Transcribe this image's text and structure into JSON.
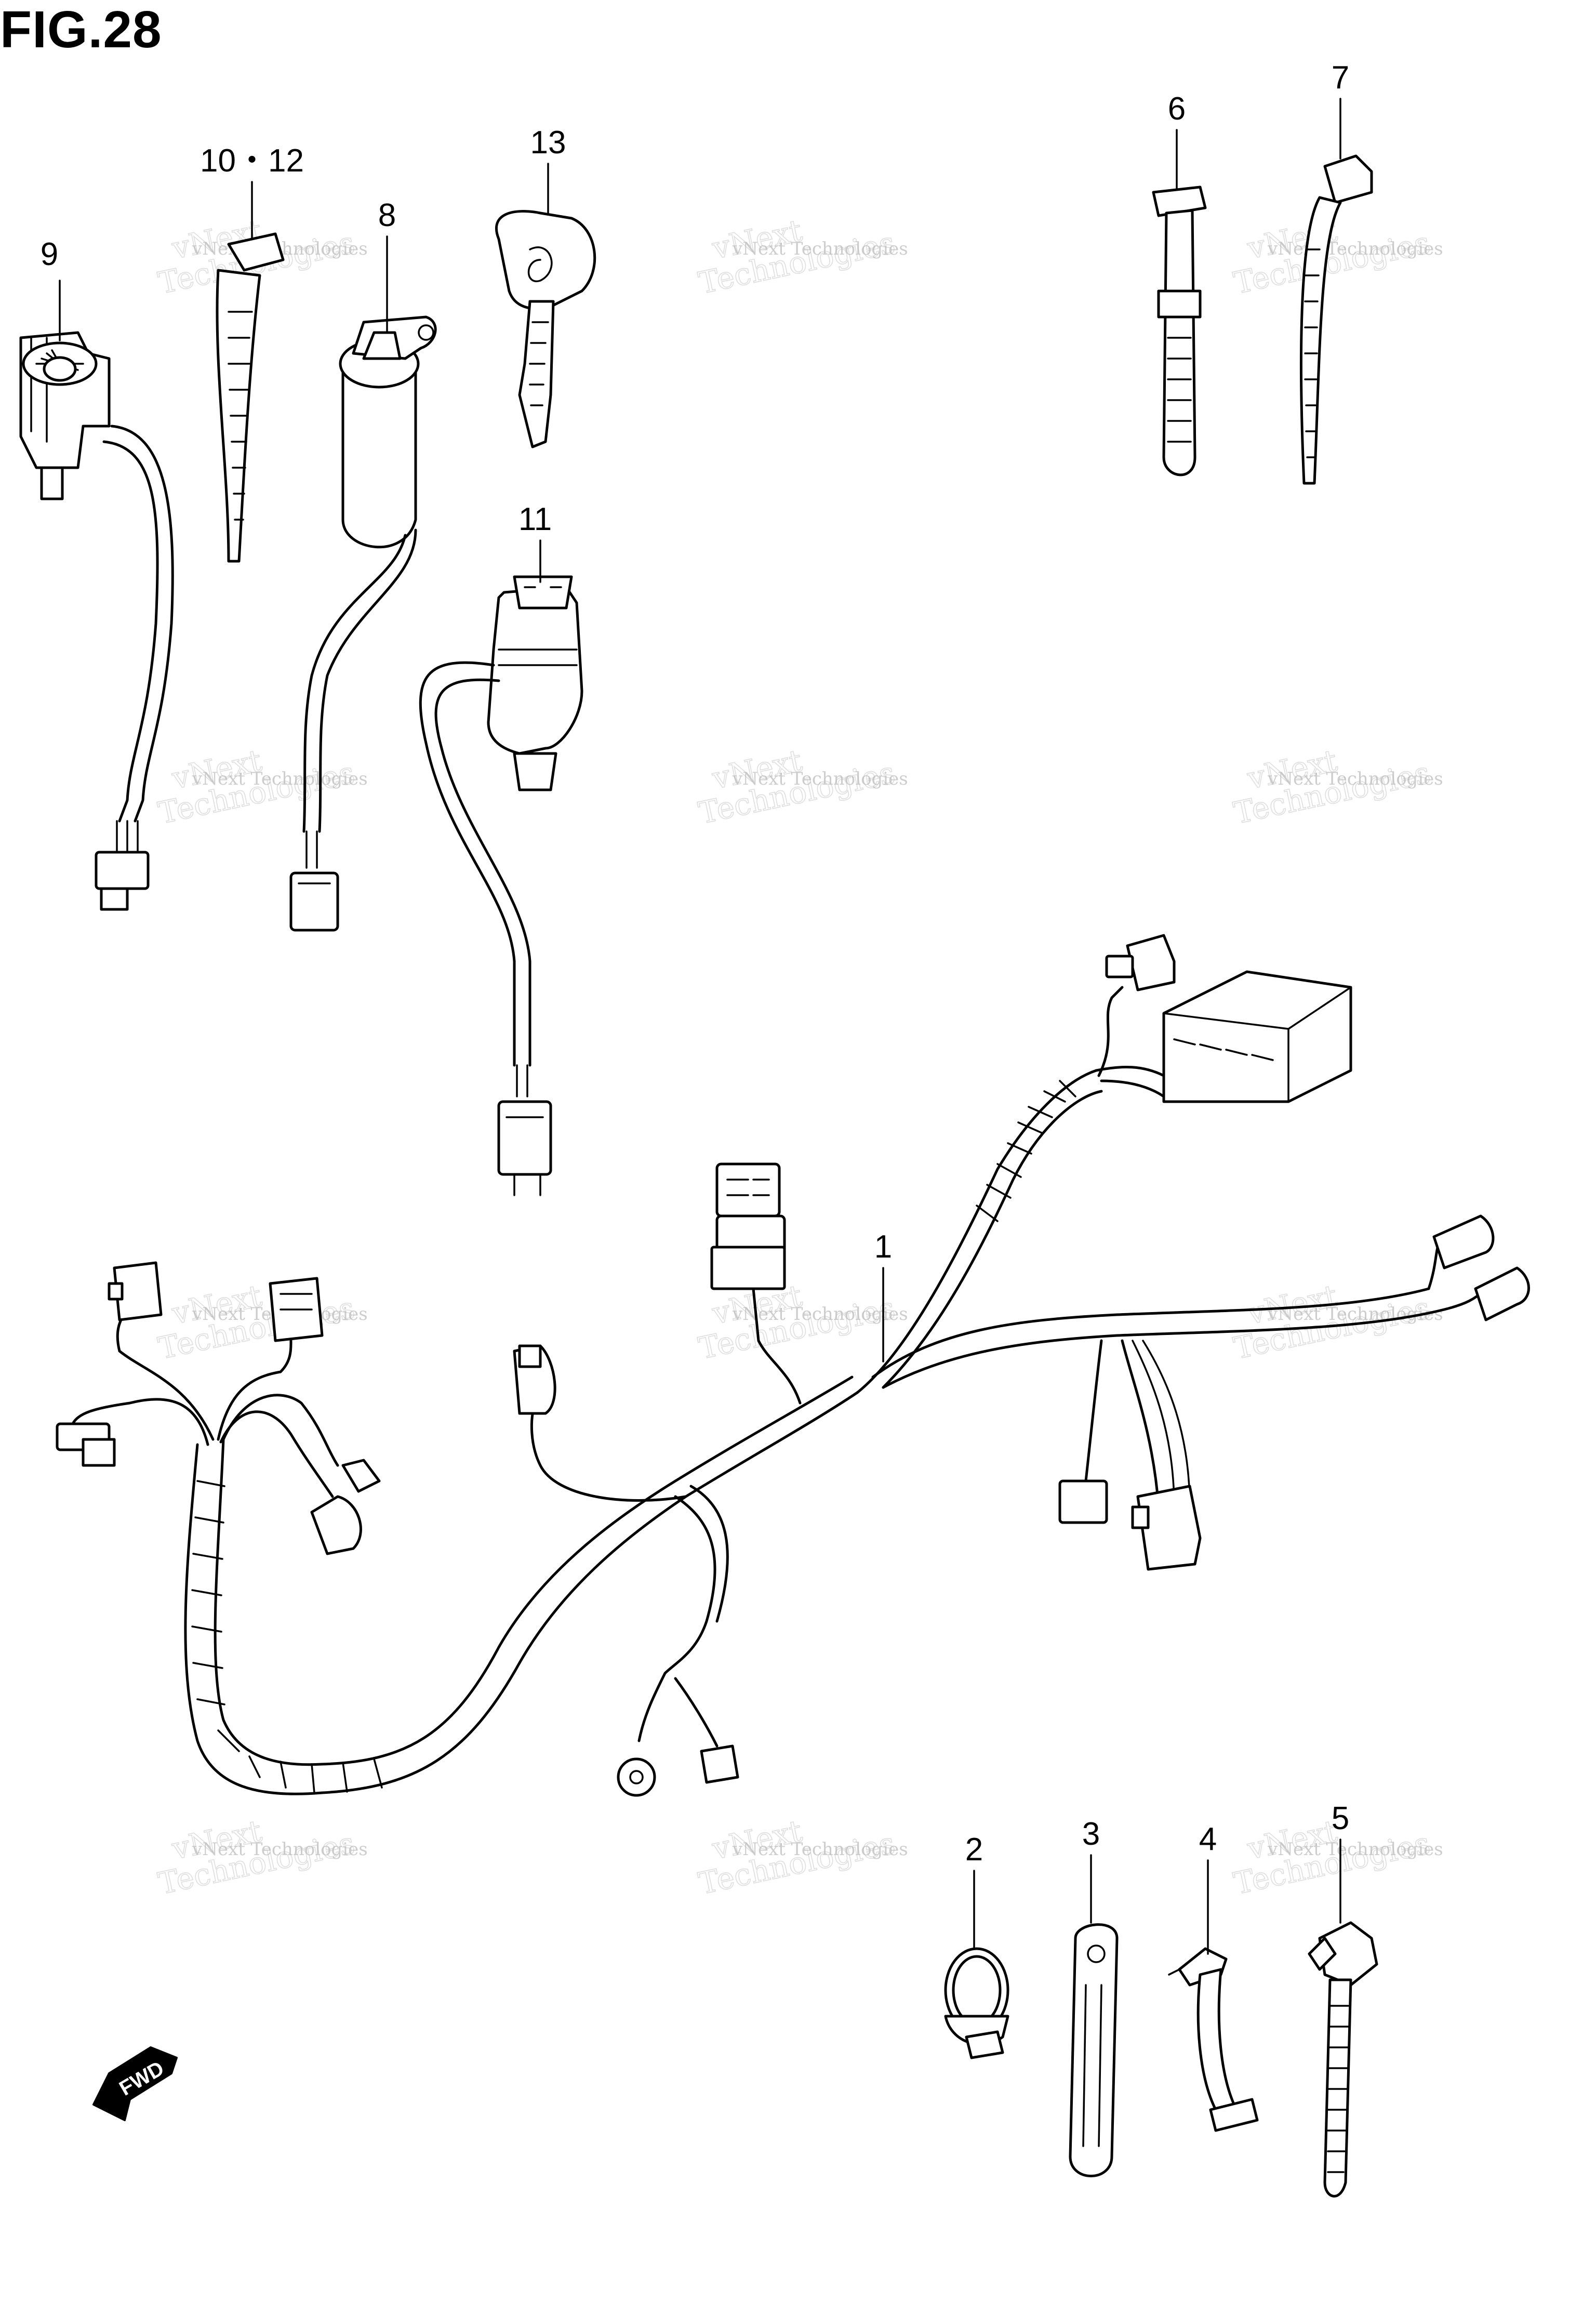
{
  "figure": {
    "title": "FIG.28"
  },
  "callouts": [
    {
      "id": "1",
      "label": "1"
    },
    {
      "id": "2",
      "label": "2"
    },
    {
      "id": "3",
      "label": "3"
    },
    {
      "id": "4",
      "label": "4"
    },
    {
      "id": "5",
      "label": "5"
    },
    {
      "id": "6",
      "label": "6"
    },
    {
      "id": "7",
      "label": "7"
    },
    {
      "id": "8",
      "label": "8"
    },
    {
      "id": "9",
      "label": "9"
    },
    {
      "id": "10-12",
      "label": "10・12"
    },
    {
      "id": "11",
      "label": "11"
    },
    {
      "id": "13",
      "label": "13"
    }
  ],
  "watermark": {
    "line1": "vNext",
    "line2": "Technologies",
    "combined": "vNext Technologies"
  },
  "direction_badge": {
    "label": "FWD",
    "icon": "arrow-down-left-icon"
  }
}
